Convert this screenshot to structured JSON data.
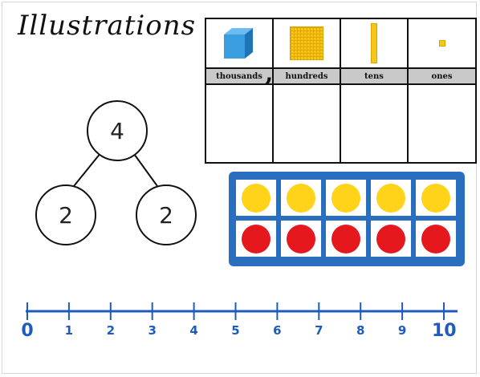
{
  "title": "Illustrations",
  "place_value": {
    "columns": [
      {
        "label": "thousands",
        "picture": "thousand-cube-icon"
      },
      {
        "label": "hundreds",
        "picture": "hundred-flat-icon"
      },
      {
        "label": "tens",
        "picture": "ten-rod-icon"
      },
      {
        "label": "ones",
        "picture": "one-unit-icon"
      }
    ],
    "separator": ","
  },
  "part_whole": {
    "whole": "4",
    "part_left": "2",
    "part_right": "2"
  },
  "ten_frame": {
    "top_row": [
      "yellow",
      "yellow",
      "yellow",
      "yellow",
      "yellow"
    ],
    "bottom_row": [
      "red",
      "red",
      "red",
      "red",
      "red"
    ],
    "colors": {
      "frame": "#2a6fbf",
      "yellow": "#ffd319",
      "red": "#e5181e"
    }
  },
  "number_line": {
    "labels": [
      "0",
      "1",
      "2",
      "3",
      "4",
      "5",
      "6",
      "7",
      "8",
      "9",
      "10"
    ],
    "color": "#1f5bbf"
  }
}
